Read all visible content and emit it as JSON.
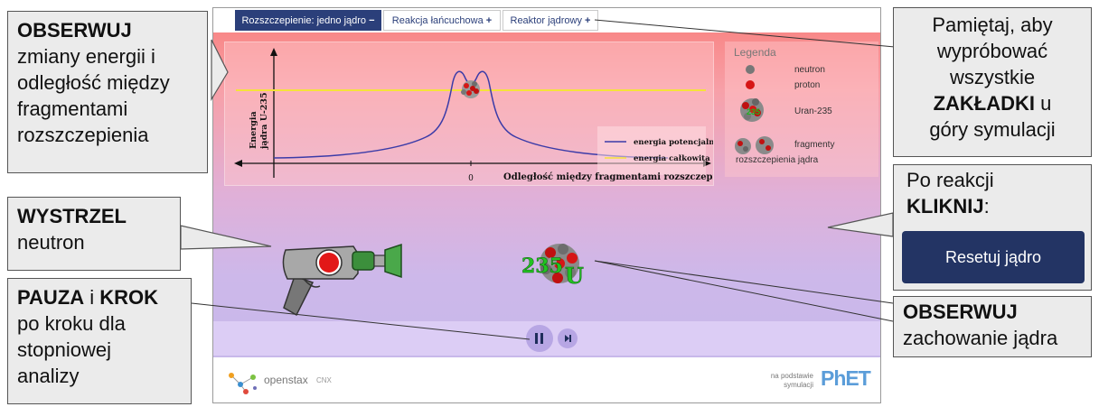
{
  "tabs": [
    {
      "label": "Rozszczepienie: jedno jądro",
      "marker": "−",
      "active": true
    },
    {
      "label": "Reakcja łańcuchowa",
      "marker": "+",
      "active": false
    },
    {
      "label": "Reaktor jądrowy",
      "marker": "+",
      "active": false
    }
  ],
  "graph": {
    "ylabel_line1": "Energia",
    "ylabel_line2": "jądra U-235",
    "xlabel": "Odległość między fragmentami rozszczepienia",
    "zero_tick": "0",
    "legend": {
      "potential": "energia potencjalna",
      "total": "energia całkowita"
    },
    "colors": {
      "potential": "#3b3ba8",
      "total": "#f5e23a"
    }
  },
  "legend_panel": {
    "title": "Legenda",
    "items": [
      "neutron",
      "proton",
      "Uran-235",
      "fragmenty"
    ],
    "fragments_line2": "rozszczepienia jądra"
  },
  "nucleus_label": {
    "mass": "235",
    "symbol": "U"
  },
  "footer": {
    "openstax": "openstax",
    "cnx": "CNX",
    "based_on_line1": "na podstawie",
    "based_on_line2": "symulacji",
    "phet": "PhET"
  },
  "callouts": {
    "observe_energy": {
      "bold": "OBSERWUJ",
      "lines": [
        "zmiany energii i",
        "odległość między",
        "fragmentami",
        "rozszczepienia"
      ]
    },
    "fire": {
      "bold": "WYSTRZEL",
      "line": "neutron"
    },
    "pause": {
      "bold1": "PAUZA",
      "mid": " i ",
      "bold2": "KROK",
      "lines": [
        "po kroku dla",
        "stopniowej",
        "analizy"
      ]
    },
    "tabs_hint": {
      "lines": [
        "Pamiętaj, aby",
        "wypróbować",
        "wszystkie"
      ],
      "bold": "ZAKŁADKI",
      "after_bold": " u",
      "last": "góry symulacji"
    },
    "click": {
      "line1": "Po reakcji",
      "bold": "KLIKNIJ",
      "after": ":"
    },
    "reset_button": "Resetuj jądro",
    "observe_nucleus": {
      "bold": "OBSERWUJ",
      "line": "zachowanie jądra"
    }
  }
}
